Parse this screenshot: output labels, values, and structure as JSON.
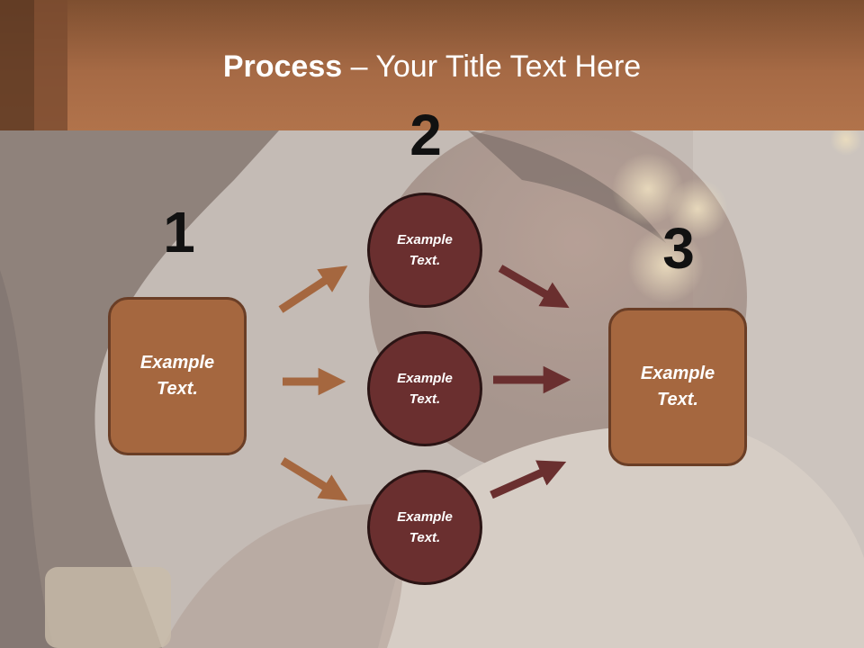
{
  "title": {
    "bold": "Process",
    "rest": " – Your Title Text Here"
  },
  "steps": {
    "one": "1",
    "two": "2",
    "three": "3"
  },
  "left_box": "Example\nText.",
  "circles": [
    "Example\nText.",
    "Example\nText.",
    "Example\nText."
  ],
  "right_box": "Example\nText.",
  "colors": {
    "header": "#a66a45",
    "box_fill": "#a5673f",
    "circle_fill": "#6a2f2f",
    "arrow_light": "#a5673f",
    "arrow_dark": "#6a2f2f"
  }
}
